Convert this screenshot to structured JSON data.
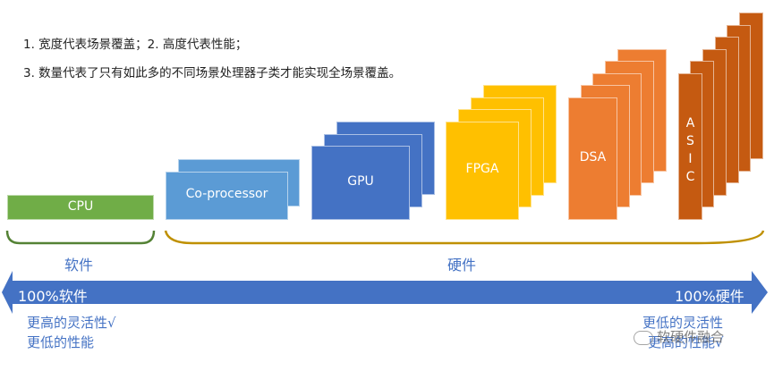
{
  "notes": [
    "1. 宽度代表场景覆盖；2. 高度代表性能；",
    "3. 数量代表了只有如此多的不同场景处理器子类才能实现全场景覆盖。"
  ],
  "processors": [
    {
      "label": "CPU",
      "layers": 1,
      "color": "#70ad47"
    },
    {
      "label": "Co-processor",
      "layers": 2,
      "color": "#5b9bd5"
    },
    {
      "label": "GPU",
      "layers": 3,
      "color": "#4472c4"
    },
    {
      "label": "FPGA",
      "layers": 4,
      "color": "#ffc000"
    },
    {
      "label": "DSA",
      "layers": 5,
      "color": "#ed7d31"
    },
    {
      "label": "ASIC",
      "layers": 6,
      "color": "#c55a11",
      "label_vertical": [
        "A",
        "S",
        "I",
        "C"
      ]
    }
  ],
  "groups": {
    "software": {
      "label": "软件",
      "color": "#548235"
    },
    "hardware": {
      "label": "硬件",
      "color": "#bf9000"
    }
  },
  "axis": {
    "left_label": "100%软件",
    "right_label": "100%硬件",
    "color": "#4472c4"
  },
  "left_traits": [
    "更高的灵活性√",
    "更低的性能"
  ],
  "right_traits": [
    "更低的灵活性",
    "更高的性能√"
  ],
  "watermark": "软硬件融合"
}
